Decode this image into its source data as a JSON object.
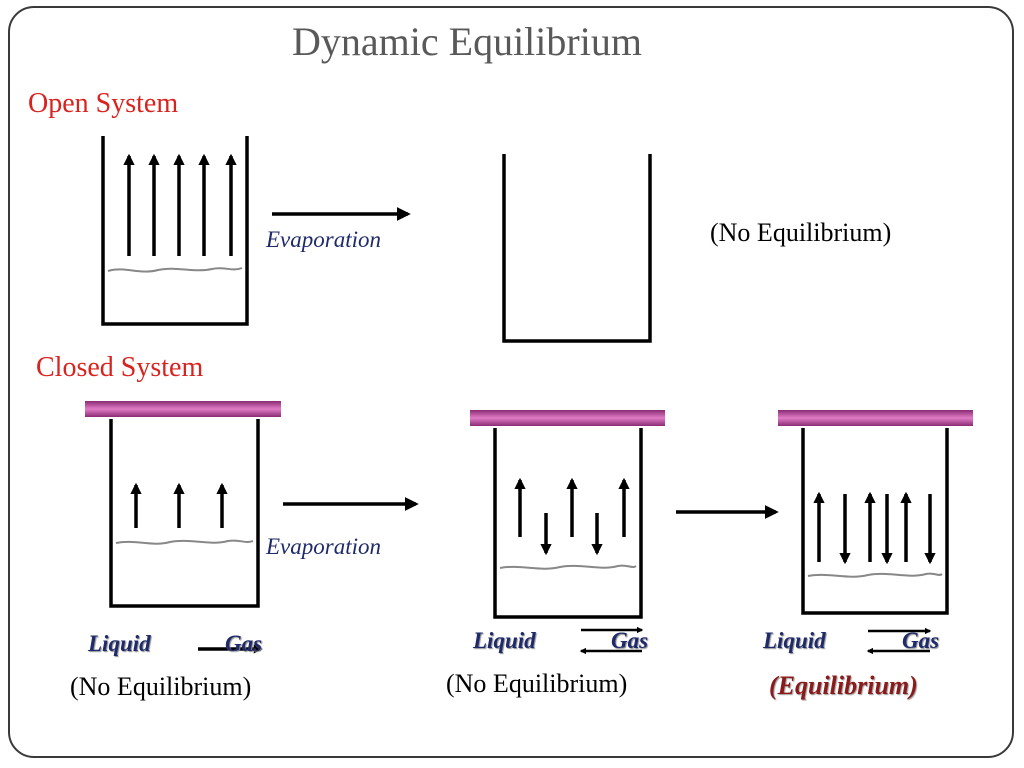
{
  "title": "Dynamic Equilibrium",
  "open_system": {
    "label": "Open System",
    "process_label": "Evaporation",
    "result_label": "(No Equilibrium)"
  },
  "closed_system": {
    "label": "Closed System",
    "process_label": "Evaporation",
    "stages": [
      {
        "liquid": "Liquid",
        "gas": "Gas",
        "result": "(No Equilibrium)"
      },
      {
        "liquid": "Liquid",
        "gas": "Gas",
        "result": "(No Equilibrium)"
      },
      {
        "liquid": "Liquid",
        "gas": "Gas",
        "result": "(Equilibrium)"
      }
    ]
  },
  "colors": {
    "title": "#595959",
    "section_label": "#d9231f",
    "lid": "#c04aa0",
    "equilibrium_text": "#8b1a1a",
    "species_text": "#1f2a6b"
  }
}
